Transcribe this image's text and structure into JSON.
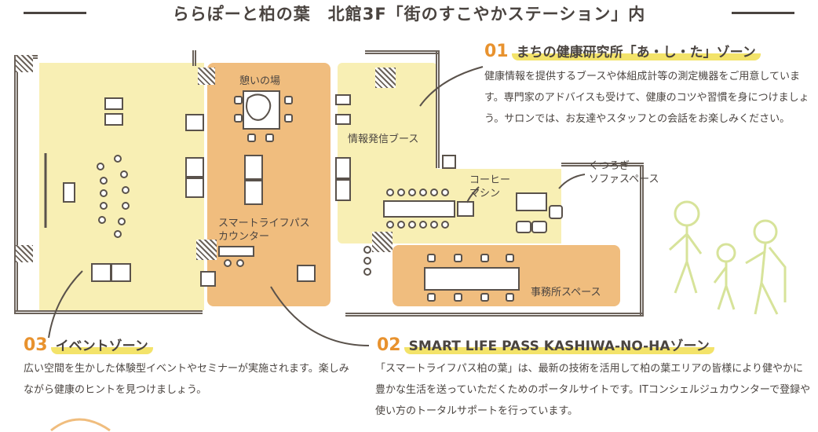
{
  "title": "ららぽーと柏の葉　北館3F「街のすこやかステーション」内",
  "labels": {
    "rest": "憩いの場",
    "counter": "スマートライフパス\nカウンター",
    "info": "情報発信ブース",
    "coffee": "コーヒー\nマシン",
    "sofa": "くつろぎ\nソファスペース",
    "office": "事務所スペース"
  },
  "zones": [
    {
      "num": "01",
      "title": "まちの健康研究所「あ・し・た」ゾーン",
      "desc": "健康情報を提供するブースや体組成計等の測定機器をご用意しています。専門家のアドバイスも受けて、健康のコツや習慣を身につけましょう。サロンでは、お友達やスタッフとの会話をお楽しみください。"
    },
    {
      "num": "02",
      "title": "SMART LIFE PASS KASHIWA-NO-HAゾーン",
      "desc": "「スマートライフパス柏の葉」は、最新の技術を活用して柏の葉エリアの皆様により健やかに豊かな生活を送っていただくためのポータルサイトです。ITコンシェルジュカウンターで登録や使い方のトータルサポートを行っています。"
    },
    {
      "num": "03",
      "title": "イベントゾーン",
      "desc": "広い空間を生かした体験型イベントやセミナーが実施されます。楽しみながら健康のヒントを見つけましょう。"
    }
  ],
  "colors": {
    "yellow": "#f8efb4",
    "orange": "#f0bd7e",
    "accent": "#e8922e",
    "highlight": "#f3e36a"
  }
}
